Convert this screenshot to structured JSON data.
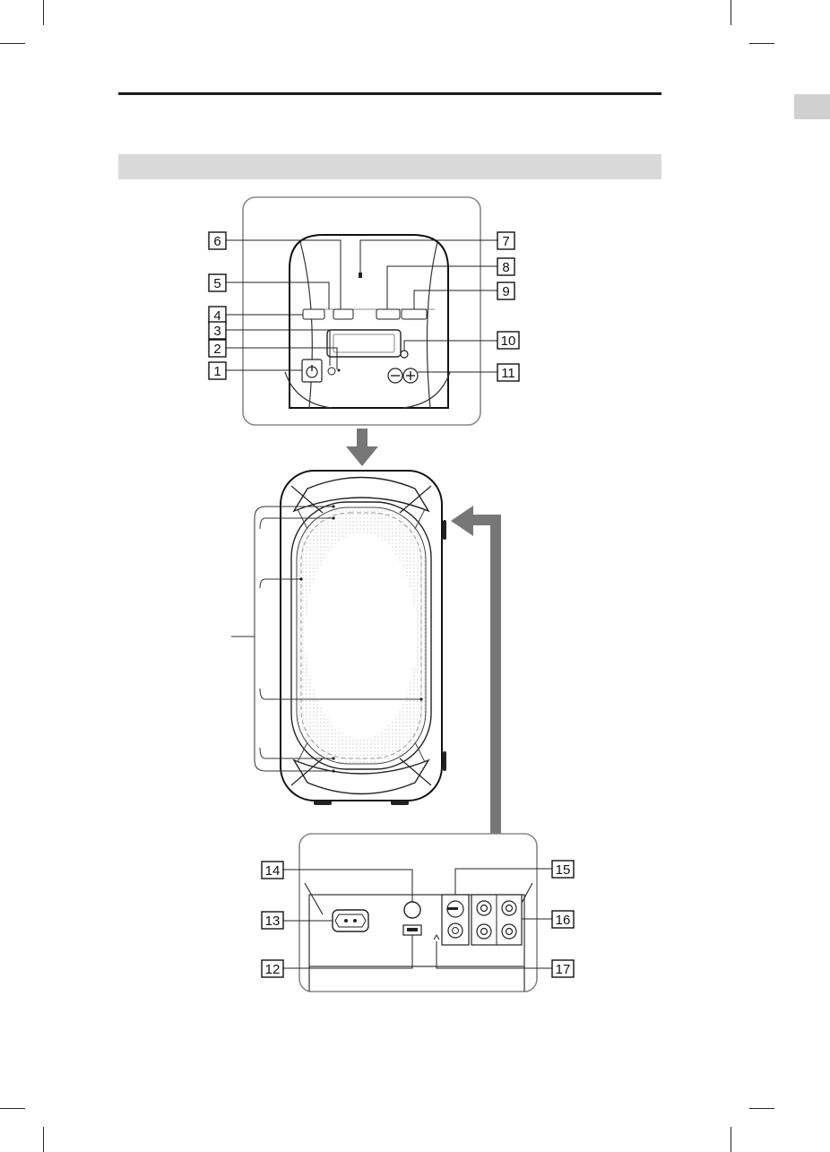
{
  "callouts": {
    "c1": "1",
    "c2": "2",
    "c3": "3",
    "c4": "4",
    "c5": "5",
    "c6": "6",
    "c7": "7",
    "c8": "8",
    "c9": "9",
    "c10": "10",
    "c11": "11",
    "c12": "12",
    "c13": "13",
    "c14": "14",
    "c15": "15",
    "c16": "16",
    "c17": "17"
  },
  "icons": {
    "power": "power-icon",
    "volume_minus": "minus-icon",
    "volume_plus": "plus-icon",
    "headphone": "headphone-icon"
  }
}
